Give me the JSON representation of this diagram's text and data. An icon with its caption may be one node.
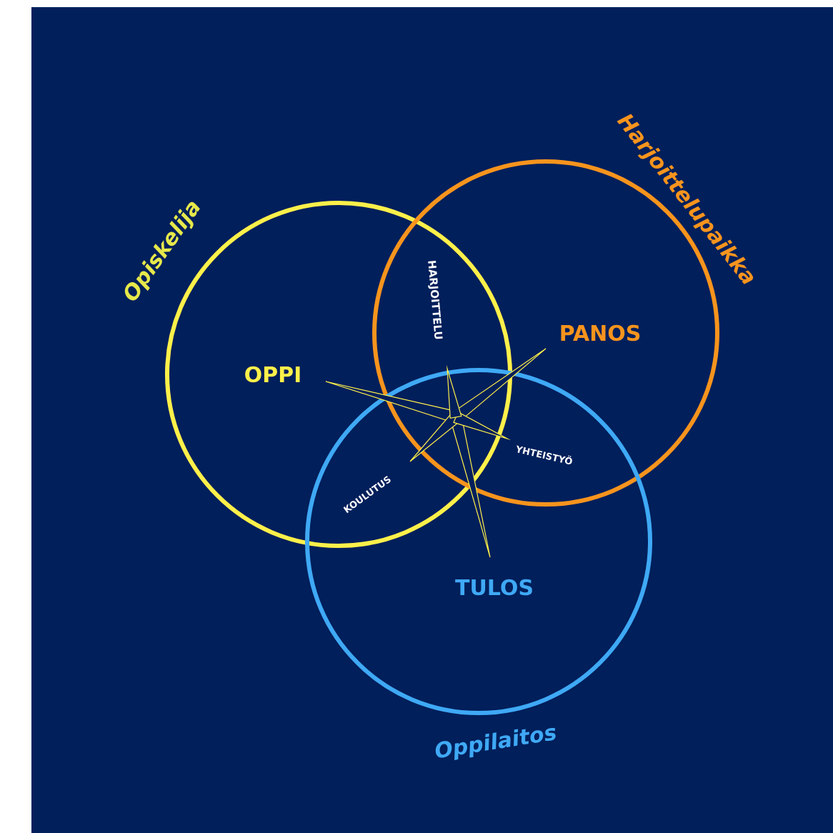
{
  "diagram": {
    "nodes": [
      {
        "text": [
          "Opiskelija",
          "OPPI"
        ]
      },
      {
        "text": [
          "Harjoittelupaikka",
          "PANOS"
        ]
      },
      {
        "text": [
          "Oppilaitos",
          "TULOS"
        ]
      }
    ],
    "labels": [
      "HARJOITTELU",
      "YHTEISTYÖ",
      "KOULUTUS"
    ]
  }
}
